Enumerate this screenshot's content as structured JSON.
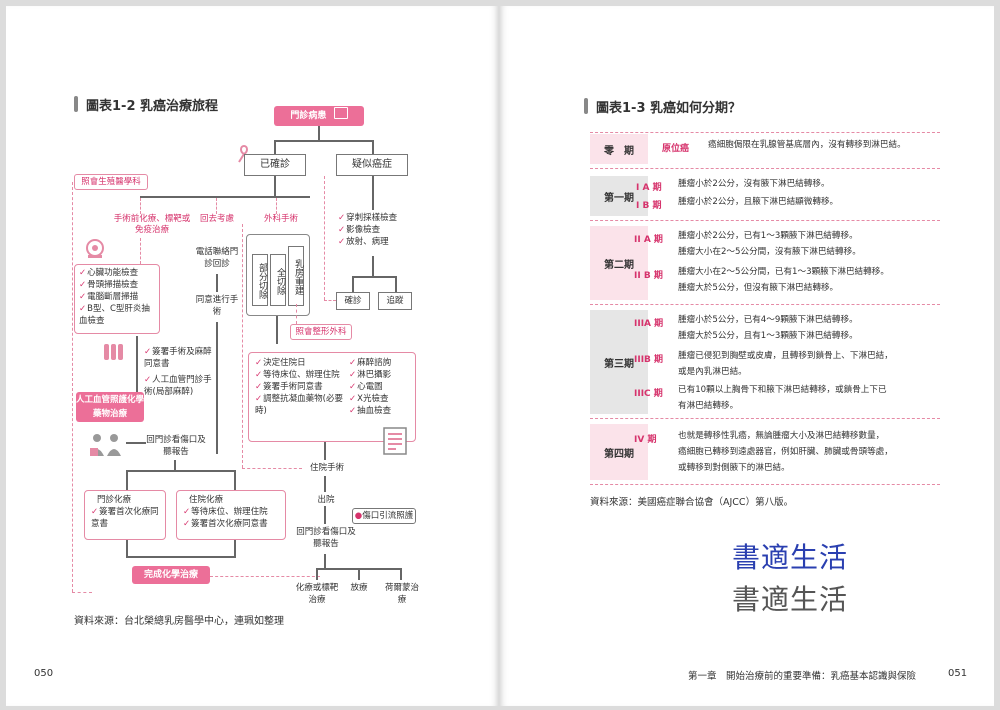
{
  "left_page": {
    "title": "圖表1-2 乳癌治療旅程",
    "page_number": "050",
    "source_note": "資料來源：台北榮總乳房醫學中心，連珮如整理",
    "flow": {
      "start": "門診病患",
      "confirmed": "已確診",
      "suspected": "疑似癌症",
      "suspected_checks": [
        "穿刺採樣檢查",
        "影像檢查",
        "放射、病理"
      ],
      "confirmed_result": "確診",
      "followup": "追蹤",
      "consult_fertility": "照會生殖醫學科",
      "neoadjuvant": "手術前化療、標靶或免疫治療",
      "return_consult": "回去考慮",
      "surgery_dept": "外科手術",
      "phone_contact": "電話聯絡門診回診",
      "agree_surgery": "同意進行手術",
      "surgery_types": [
        "部分切除",
        "全切除",
        "乳房重建"
      ],
      "consult_plastic": "照會整形外科",
      "pre_chemo_checks": [
        "心臟功能檢查",
        "骨頭掃描檢查",
        "電腦斷層掃描",
        "B型、C型肝炎抽血檢查"
      ],
      "port_steps": [
        "簽署手術及麻醉同意書",
        "人工血管門診手術(局部麻醉)"
      ],
      "port_consult": "人工血管照護化學藥物治療",
      "return_wound": "回門診看傷口及聽報告",
      "admission_left": [
        "決定住院日",
        "等待床位、辦理住院",
        "簽署手術同意書",
        "調整抗凝血藥物(必要時)"
      ],
      "admission_right": [
        "麻醉諮詢",
        "淋巴攝影",
        "心電圖",
        "X光檢查",
        "抽血檢查"
      ],
      "inpatient_surgery": "住院手術",
      "discharge": "出院",
      "drain_care": "傷口引流照護",
      "return_report": "回門診看傷口及聽報告",
      "outpatient_chemo": "門診化療",
      "outpatient_chemo_items": [
        "簽署首次化療同意書"
      ],
      "inpatient_chemo": "住院化療",
      "inpatient_chemo_items": [
        "等待床位、辦理住院",
        "簽署首次化療同意書"
      ],
      "complete_chemo": "完成化學治療",
      "final_options": [
        "化療或標靶治療",
        "放療",
        "荷爾蒙治療"
      ]
    }
  },
  "right_page": {
    "title": "圖表1-3 乳癌如何分期？",
    "page_number": "051",
    "chapter_footer": "第一章　開始治療前的重要準備：乳癌基本認識與保險",
    "source_note": "資料來源：美國癌症聯合協會（AJCC）第八版。",
    "stages": [
      {
        "name": "零　期",
        "rows": [
          {
            "sub": "原位癌",
            "lines": [
              "癌細胞侷限在乳腺管基底層內，沒有轉移到淋巴結。"
            ]
          }
        ]
      },
      {
        "name": "第一期",
        "rows": [
          {
            "sub": "I A 期",
            "lines": [
              "腫瘤小於2公分，沒有腋下淋巴結轉移。"
            ]
          },
          {
            "sub": "I B 期",
            "lines": [
              "腫瘤小於2公分，且腋下淋巴結顯微轉移。"
            ]
          }
        ]
      },
      {
        "name": "第二期",
        "rows": [
          {
            "sub": "II A 期",
            "lines": [
              "腫瘤小於2公分，已有1～3顆腋下淋巴結轉移。",
              "腫瘤大小在2～5公分間，沒有腋下淋巴結轉移。"
            ]
          },
          {
            "sub": "II B 期",
            "lines": [
              "腫瘤大小在2～5公分間，已有1～3顆腋下淋巴結轉移。",
              "腫瘤大於5公分，但沒有腋下淋巴結轉移。"
            ]
          }
        ]
      },
      {
        "name": "第三期",
        "rows": [
          {
            "sub": "IIIA 期",
            "lines": [
              "腫瘤小於5公分，已有4～9顆腋下淋巴結轉移。",
              "腫瘤大於5公分，且有1～3顆腋下淋巴結轉移。"
            ]
          },
          {
            "sub": "IIIB 期",
            "lines": [
              "腫瘤已侵犯到胸壁或皮膚，且轉移到鎖骨上、下淋巴結，",
              "或是內乳淋巴結。"
            ]
          },
          {
            "sub": "IIIC 期",
            "lines": [
              "已有10顆以上胸骨下和腋下淋巴結轉移，或鎖骨上下已",
              "有淋巴結轉移。"
            ]
          }
        ]
      },
      {
        "name": "第四期",
        "rows": [
          {
            "sub": "IV 期",
            "lines": [
              "也就是轉移性乳癌，無論腫瘤大小及淋巴結轉移數量，",
              "癌細胞已轉移到遠處器官，例如肝臟、肺臟或骨頭等處，",
              "或轉移到對側腋下的淋巴結。"
            ]
          }
        ]
      }
    ],
    "watermark_blue": "書適生活",
    "watermark_gray": "書適生活"
  },
  "colors": {
    "accent_pink": "#ec6f98",
    "pink_line": "#e58aa5",
    "stage_bg": "#fbe3ea",
    "stage_gray": "#e6e6e6"
  }
}
